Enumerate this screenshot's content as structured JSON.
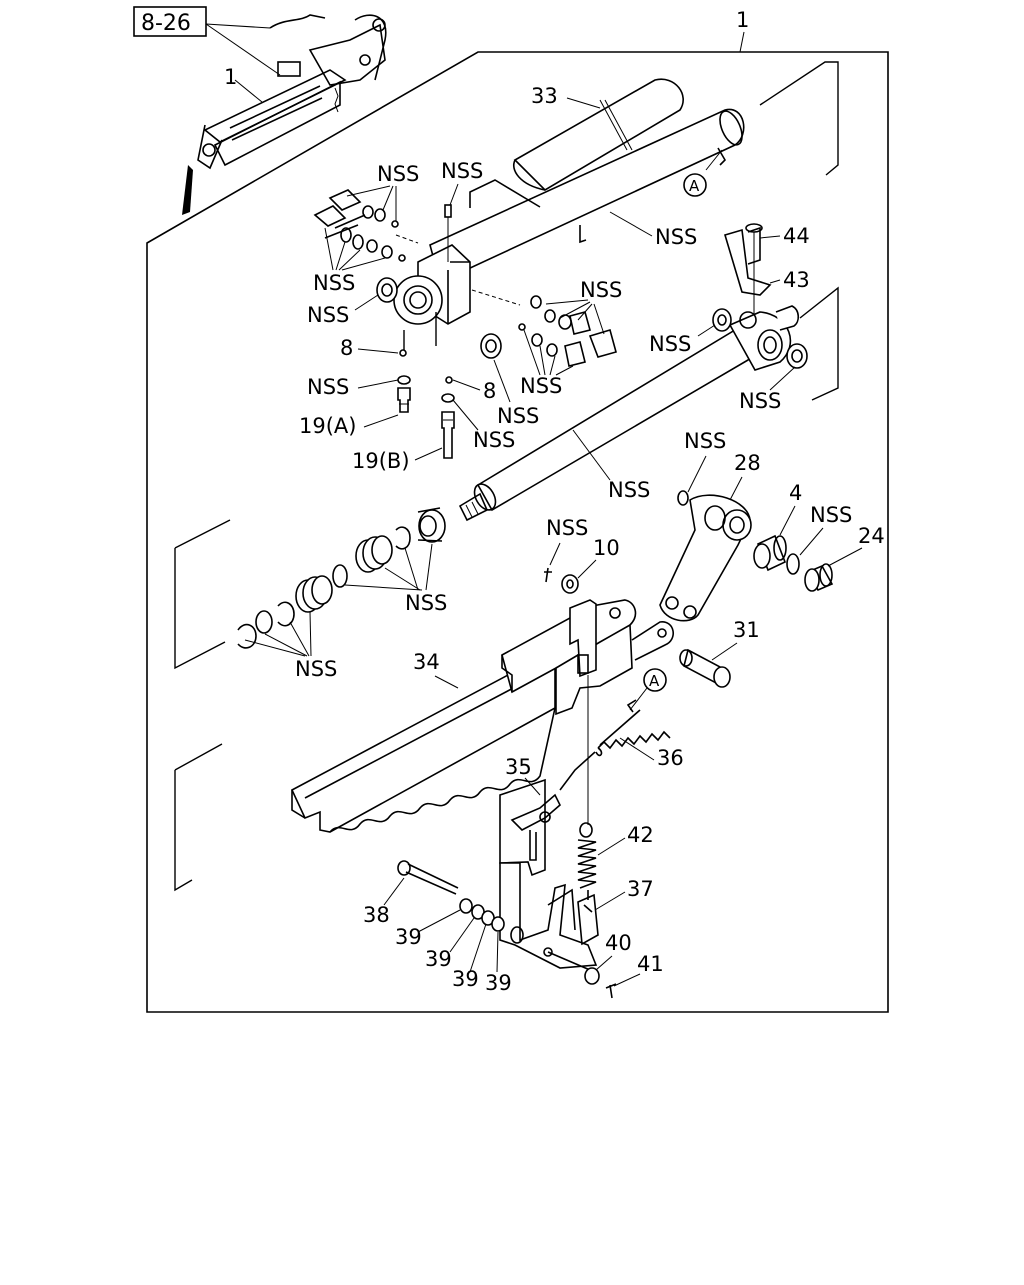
{
  "page_ref": "8-26",
  "assembly_label": "1",
  "callouts": {
    "c33": "33",
    "c44": "44",
    "c43": "43",
    "c28": "28",
    "c4": "4",
    "c24": "24",
    "c10": "10",
    "c31": "31",
    "c34": "34",
    "c36": "36",
    "c35": "35",
    "c42": "42",
    "c37": "37",
    "c38": "38",
    "c39": "39",
    "c40": "40",
    "c41": "41",
    "c8": "8",
    "c19a": "19(A)",
    "c19b": "19(B)"
  },
  "nss": "NSS",
  "marker": "A"
}
